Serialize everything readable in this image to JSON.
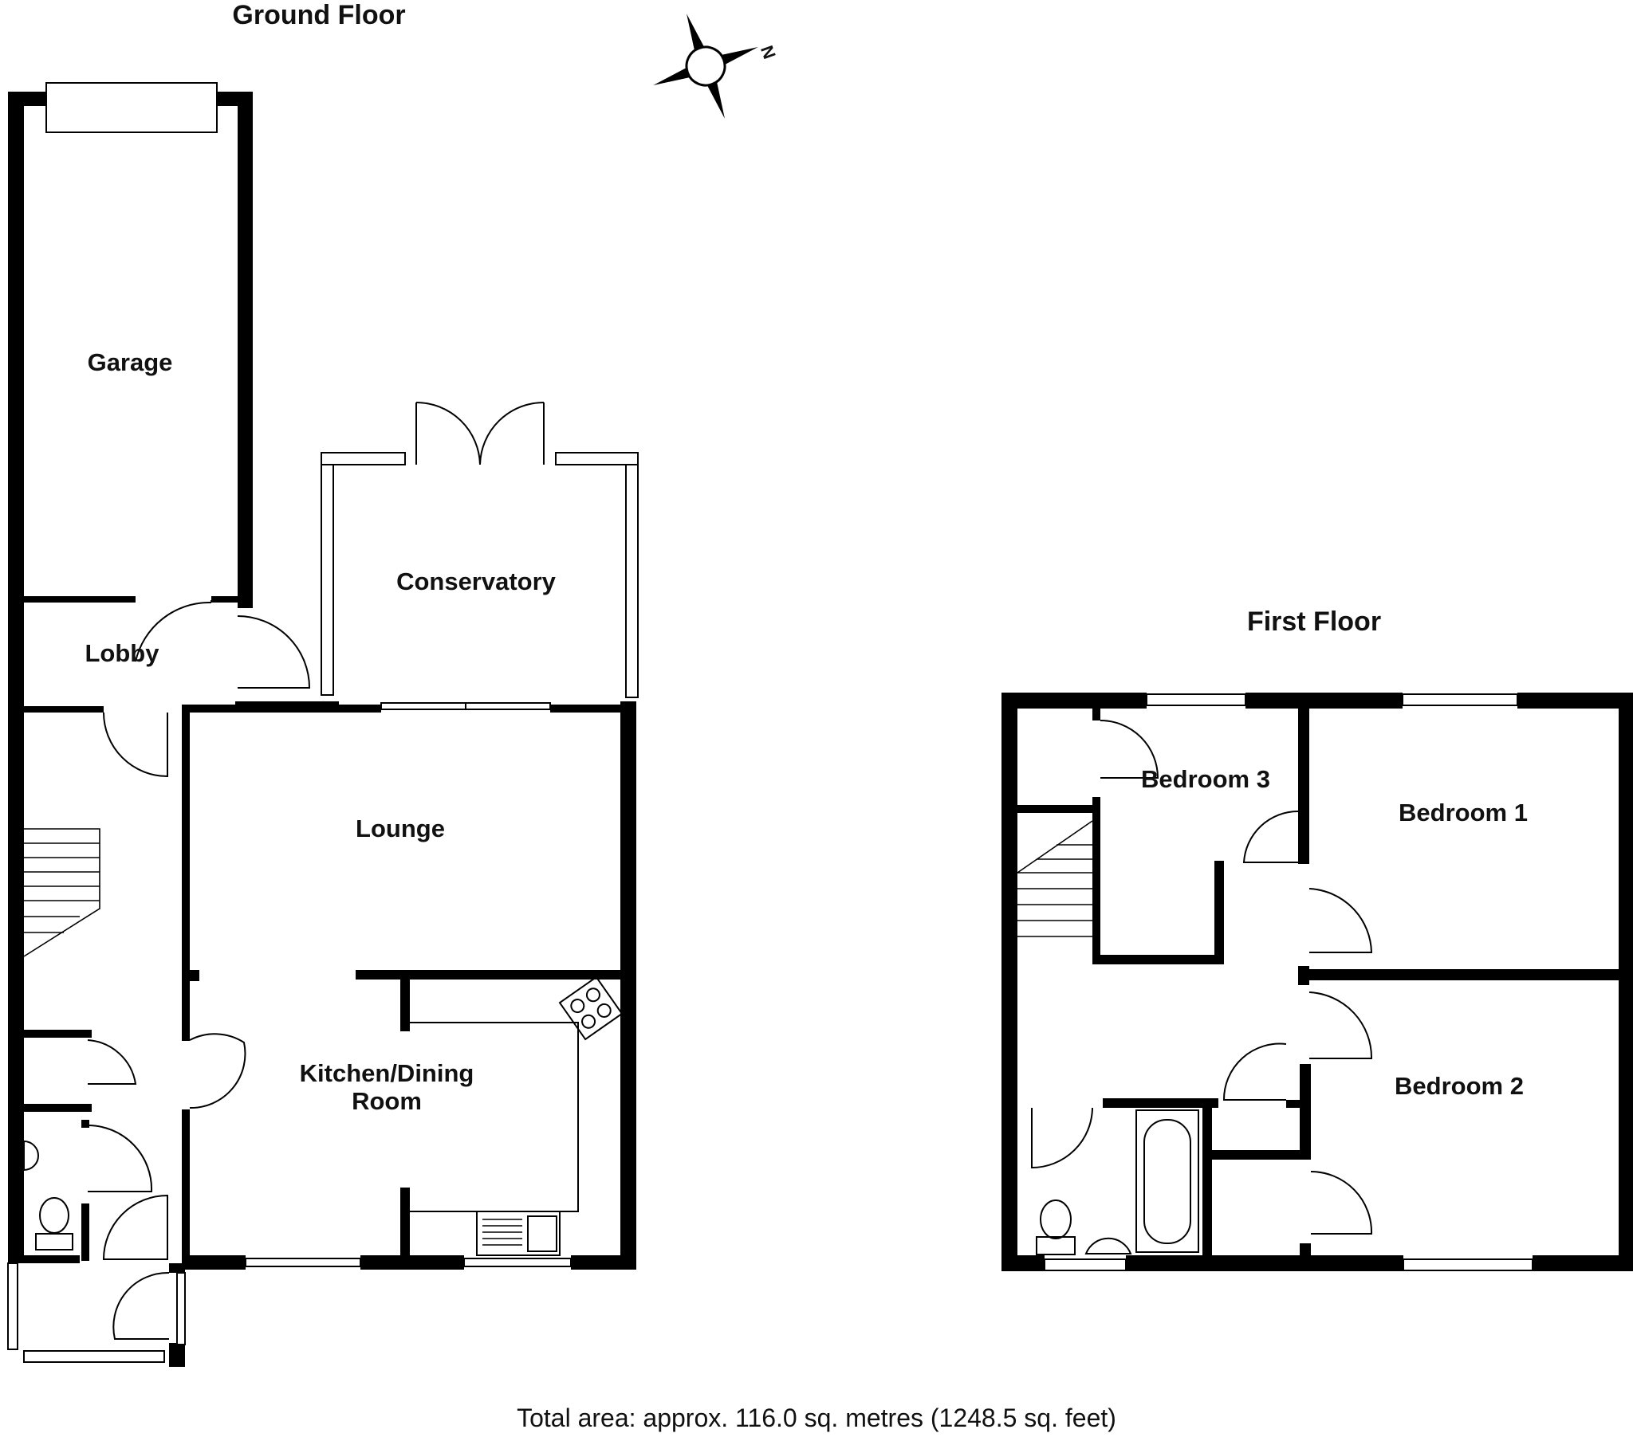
{
  "floors": {
    "ground": {
      "title": "Ground Floor",
      "rooms": {
        "garage": "Garage",
        "lobby": "Lobby",
        "conservatory": "Conservatory",
        "lounge": "Lounge",
        "kitchen_line1": "Kitchen/Dining",
        "kitchen_line2": "Room"
      }
    },
    "first": {
      "title": "First Floor",
      "rooms": {
        "bedroom3": "Bedroom 3",
        "bedroom1": "Bedroom 1",
        "bedroom2": "Bedroom 2"
      }
    }
  },
  "compass": {
    "label": "N",
    "icon": "compass-rose-icon"
  },
  "footer": {
    "total_area": "Total area: approx. 116.0 sq. metres (1248.5 sq. feet)"
  },
  "colors": {
    "walls": "#000000",
    "background": "#ffffff"
  }
}
